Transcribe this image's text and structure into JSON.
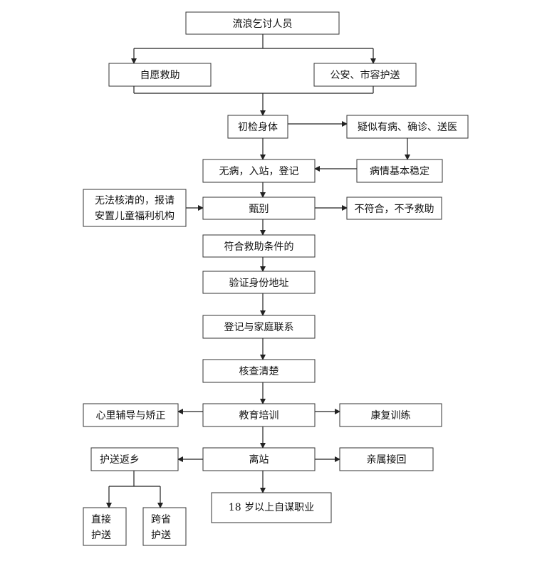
{
  "nodes": {
    "start": "流浪乞讨人员",
    "voluntary": "自愿救助",
    "police_escort": "公安、市容护送",
    "initial_check": "初检身体",
    "suspected_ill": "疑似有病、确诊、送医",
    "no_illness": "无病，入站，登记",
    "stable": "病情基本稳定",
    "unclear_line1": "无法核清的，报请",
    "unclear_line2": "安置儿童福利机构",
    "screening": "甄别",
    "not_eligible": "不符合，不予救助",
    "eligible": "符合救助条件的",
    "verify_address": "验证身份地址",
    "contact_family": "登记与家庭联系",
    "verify_clear": "核查清楚",
    "psych": "心里辅导与矫正",
    "education": "教育培训",
    "rehab": "康复训练",
    "escort_home": "护送返乡",
    "leave": "离站",
    "relatives": "亲属接回",
    "self_employ": "18 岁以上自谋职业",
    "direct_line1": "直接",
    "direct_line2": "护送",
    "cross_line1": "跨省",
    "cross_line2": "护送"
  }
}
